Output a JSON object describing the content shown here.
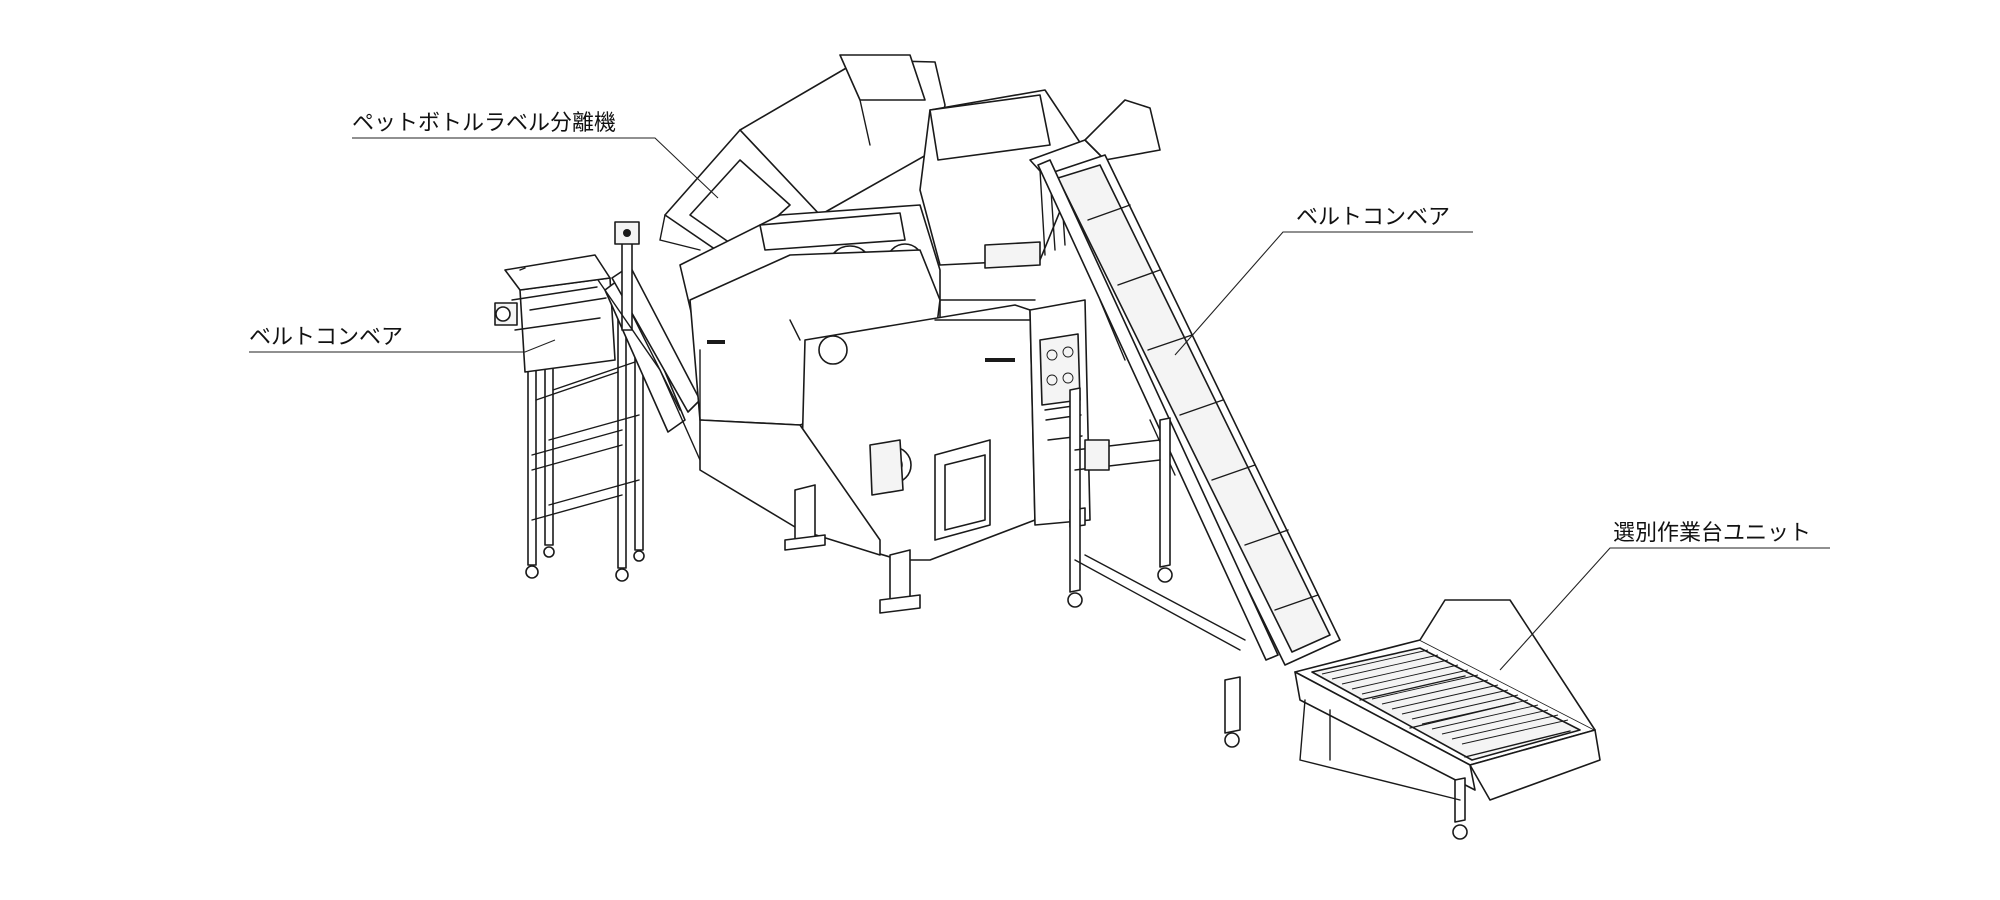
{
  "callouts": {
    "separator": "ペットボトルラベル分離機",
    "conveyor_left": "ベルトコンベア",
    "conveyor_right": "ベルトコンベア",
    "sorting_unit": "選別作業台ユニット"
  }
}
